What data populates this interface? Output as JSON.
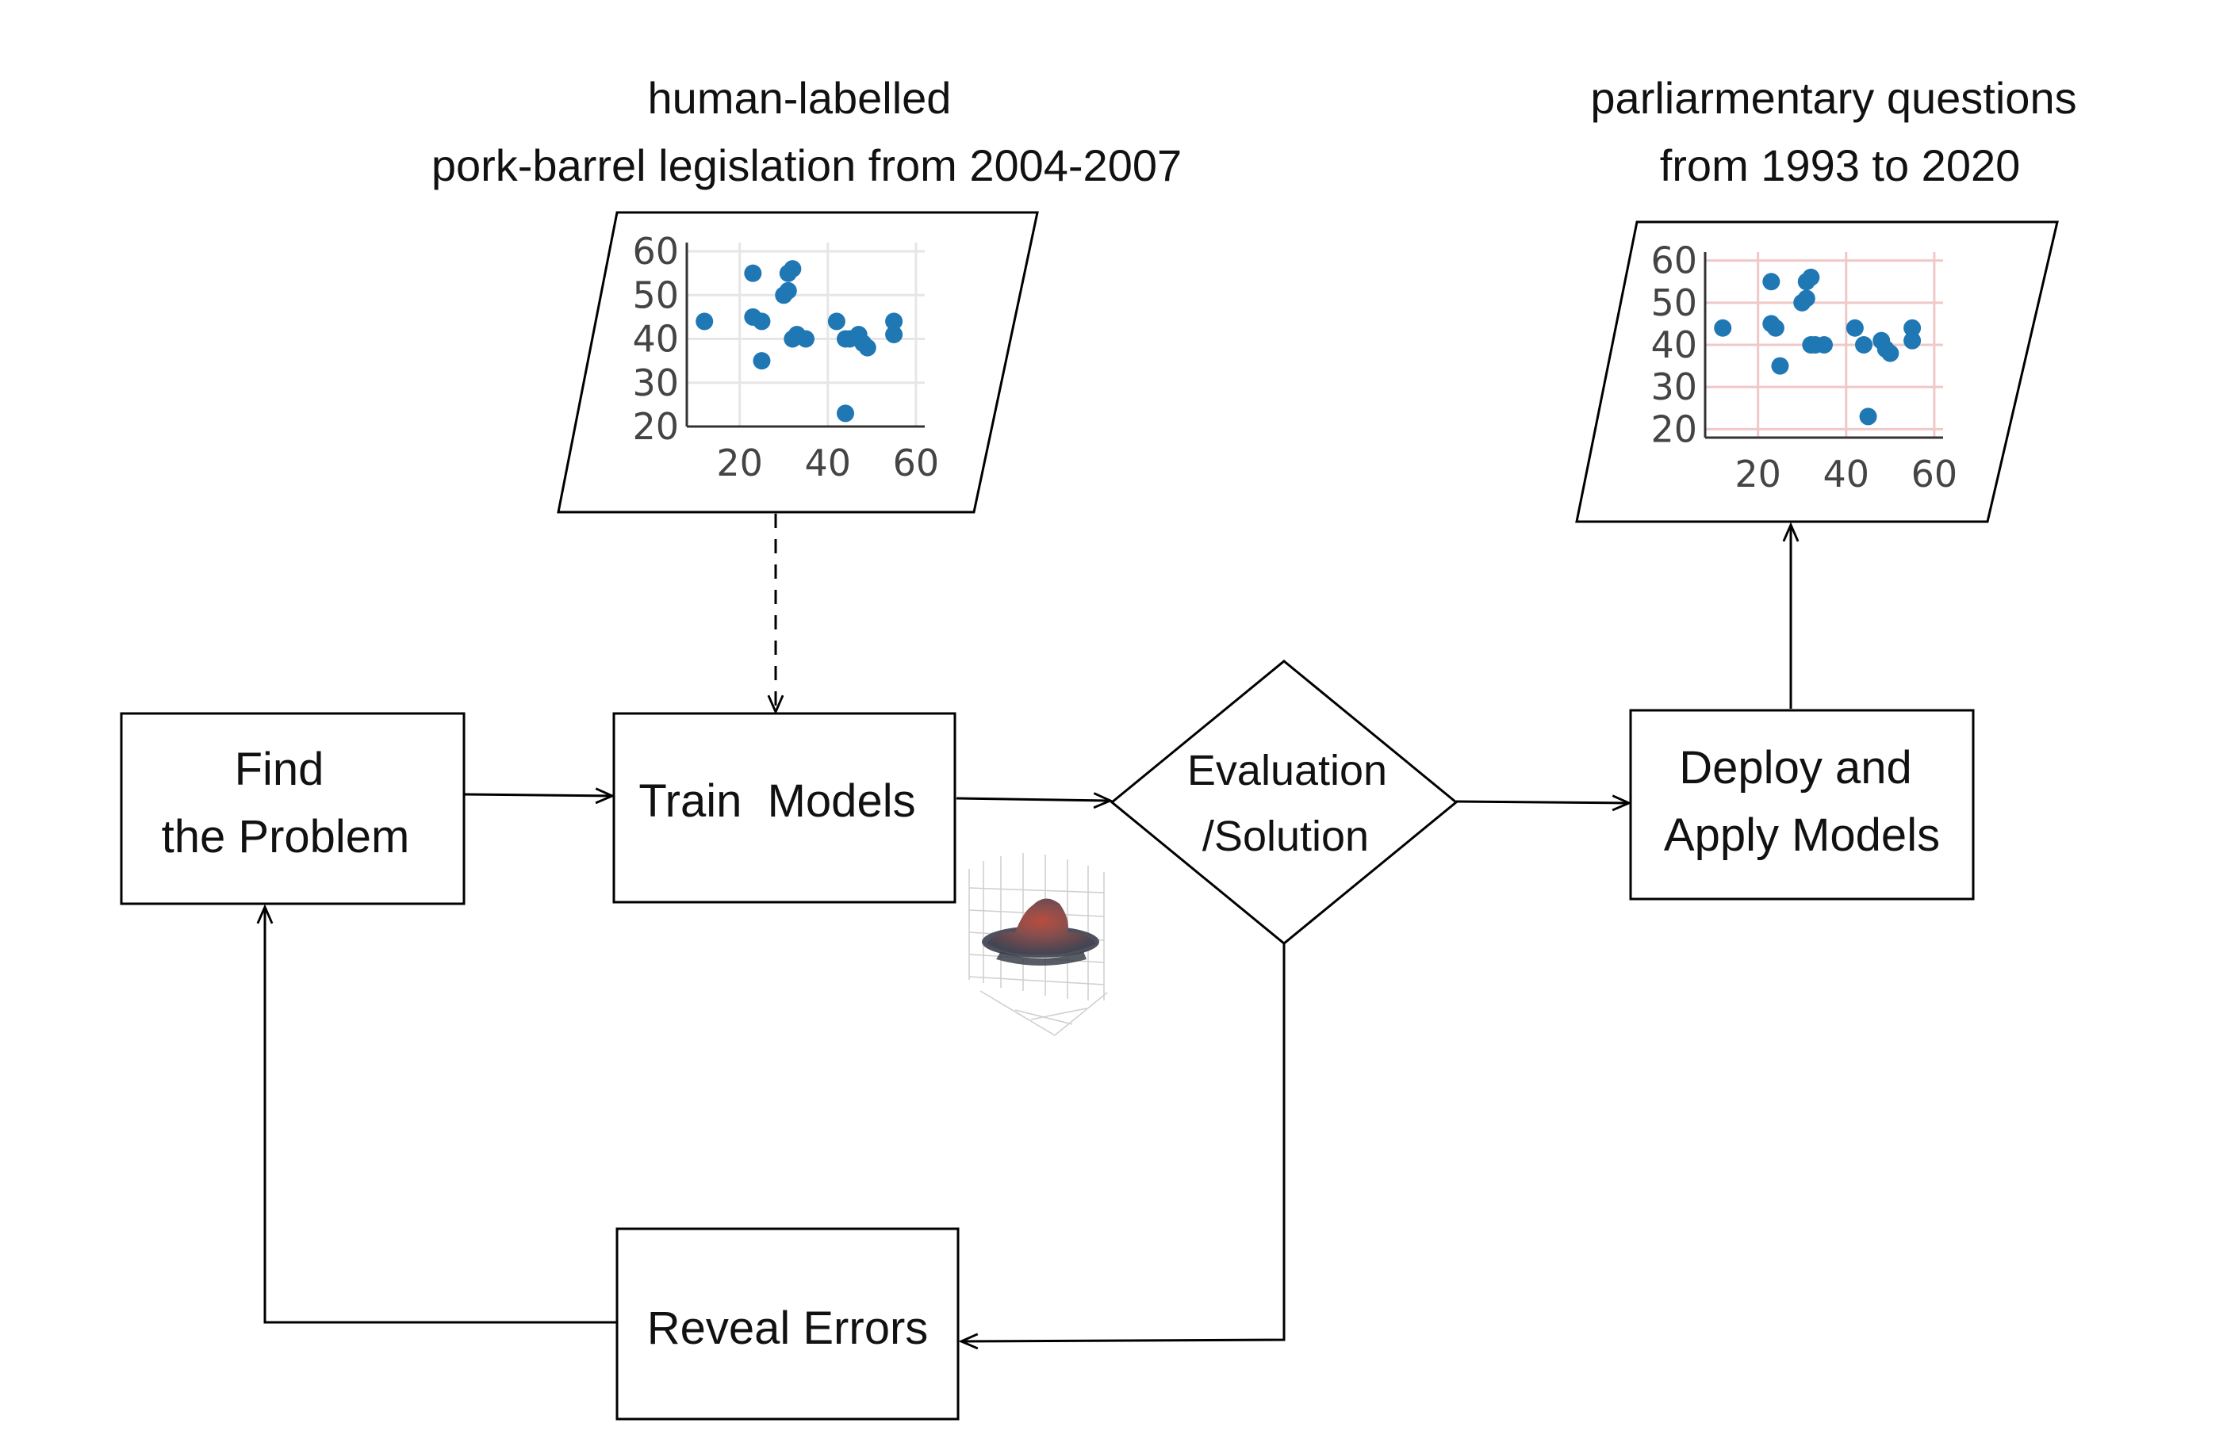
{
  "captions": {
    "left_line1": "human-labelled",
    "left_line2": "pork-barrel legislation from 2004-2007",
    "right_line1": "parliarmentary questions",
    "right_line2": "from 1993 to 2020"
  },
  "nodes": {
    "find_line1": "Find",
    "find_line2": "the Problem",
    "train": "Train  Models",
    "eval_line1": "Evaluation",
    "eval_line2": "/Solution",
    "deploy_line1": "Deploy and",
    "deploy_line2": "Apply Models",
    "reveal": "Reveal Errors"
  },
  "colors": {
    "point": "#1f77b4",
    "grid_left": "#e6e6e6",
    "grid_right": "#f1c8c8",
    "stroke": "#000000"
  },
  "chart_data": [
    {
      "type": "scatter",
      "xticks": [
        "20",
        "40",
        "60"
      ],
      "yticks": [
        "20",
        "30",
        "40",
        "50",
        "60"
      ],
      "xlim": [
        8,
        62
      ],
      "ylim": [
        20,
        62
      ],
      "grid": "light gray",
      "points": [
        [
          12,
          44
        ],
        [
          23,
          55
        ],
        [
          23,
          45
        ],
        [
          25,
          44
        ],
        [
          25,
          35
        ],
        [
          30,
          50
        ],
        [
          31,
          51
        ],
        [
          31,
          55
        ],
        [
          32,
          56
        ],
        [
          32,
          40
        ],
        [
          33,
          41
        ],
        [
          35,
          40
        ],
        [
          42,
          44
        ],
        [
          44,
          40
        ],
        [
          45,
          40
        ],
        [
          47,
          41
        ],
        [
          48,
          39
        ],
        [
          49,
          38
        ],
        [
          55,
          44
        ],
        [
          55,
          41
        ],
        [
          44,
          23
        ]
      ]
    },
    {
      "type": "scatter",
      "xticks": [
        "20",
        "40",
        "60"
      ],
      "yticks": [
        "20",
        "30",
        "40",
        "50",
        "60"
      ],
      "xlim": [
        8,
        62
      ],
      "ylim": [
        18,
        62
      ],
      "grid": "pink",
      "points": [
        [
          12,
          44
        ],
        [
          23,
          55
        ],
        [
          23,
          45
        ],
        [
          24,
          44
        ],
        [
          25,
          35
        ],
        [
          30,
          50
        ],
        [
          31,
          51
        ],
        [
          31,
          55
        ],
        [
          32,
          56
        ],
        [
          32,
          40
        ],
        [
          33,
          40
        ],
        [
          35,
          40
        ],
        [
          42,
          44
        ],
        [
          44,
          40
        ],
        [
          45,
          23
        ],
        [
          48,
          41
        ],
        [
          49,
          39
        ],
        [
          50,
          38
        ],
        [
          55,
          44
        ],
        [
          55,
          41
        ]
      ]
    }
  ]
}
